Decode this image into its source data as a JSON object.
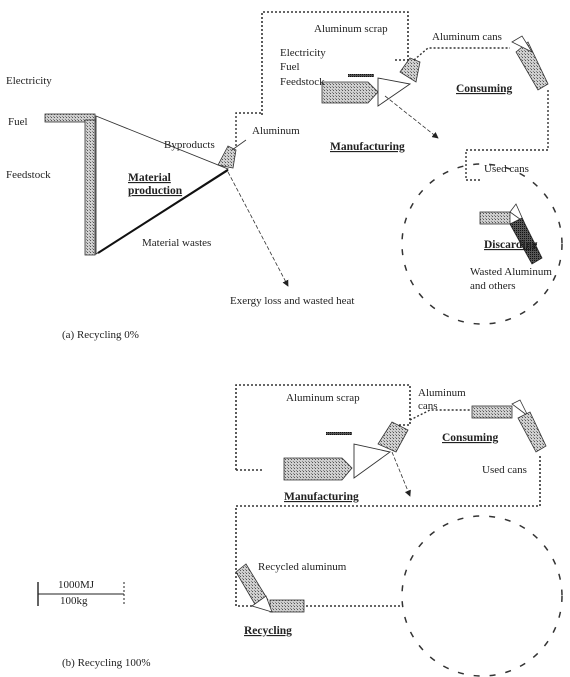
{
  "panel_a": {
    "caption": "(a) Recycling 0%",
    "labels": {
      "electricity_left": "Electricity",
      "fuel_left": "Fuel",
      "feedstock_left": "Feedstock",
      "material_production_1": "Material",
      "material_production_2": "production",
      "byproducts": "Byproducts",
      "material_wastes": "Material wastes",
      "energy_loss": "Exergy loss and wasted heat",
      "aluminum": "Aluminum",
      "aluminum_scrap": "Aluminum   scrap",
      "electricity_mfg": "Electricity",
      "fuel_mfg": "Fuel",
      "feedstock_mfg": "Feedstock",
      "manufacturing": "Manufacturing",
      "aluminum_cans": "Aluminum cans",
      "consuming": "Consuming",
      "used_cans": "Used cans",
      "discarding": "Discarding",
      "wasted_1": "Wasted Aluminum",
      "wasted_2": "and others"
    }
  },
  "panel_b": {
    "caption": "(b) Recycling 100%",
    "labels": {
      "aluminum_scrap": "Aluminum   scrap",
      "aluminum_cans_1": "Aluminum",
      "aluminum_cans_2": "cans",
      "consuming": "Consuming",
      "used_cans": "Used cans",
      "manufacturing": "Manufacturing",
      "recycled_aluminum": "Recycled aluminum",
      "recycling": "Recycling"
    }
  },
  "scale": {
    "energy": "1000MJ",
    "mass": "100kg"
  }
}
